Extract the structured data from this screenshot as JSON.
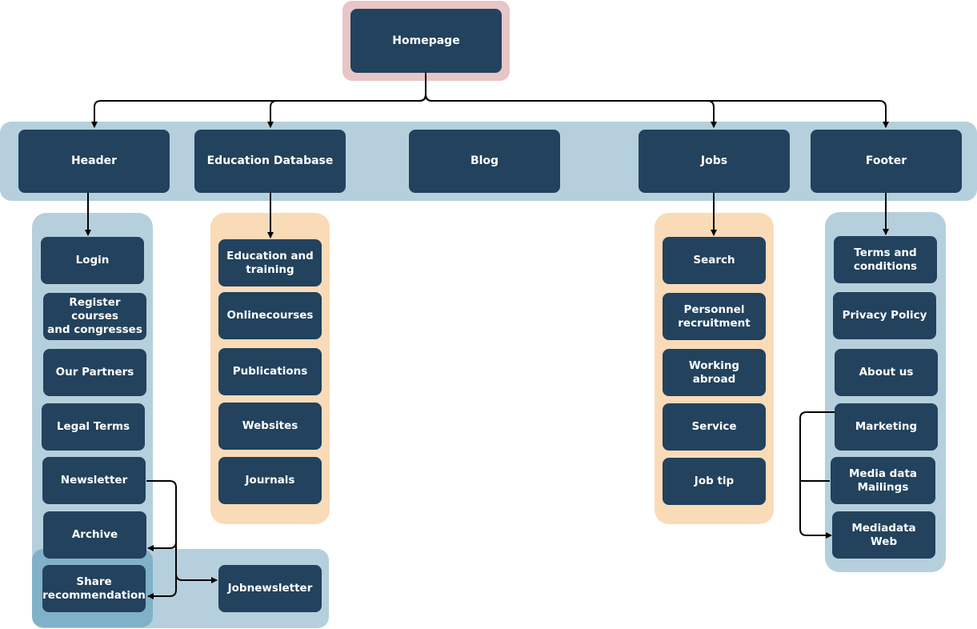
{
  "colors": {
    "node_fill": "#22425d",
    "node_text": "#ffffff",
    "panel_blue": "#b5d0dc",
    "panel_orange": "#fadbb8",
    "panel_pink": "#e8c5c6",
    "panel_overlap": "#80b1c8",
    "edge": "#000000"
  },
  "root": {
    "label": "Homepage"
  },
  "sections": {
    "header": "Header",
    "education": "Education Database",
    "blog": "Blog",
    "jobs": "Jobs",
    "footer": "Footer"
  },
  "header_items": [
    "Login",
    "Register courses\nand congresses",
    "Our Partners",
    "Legal Terms",
    "Newsletter",
    "Archive",
    "Share\nrecommendation"
  ],
  "newsletter_items": [
    "Jobnewsletter"
  ],
  "education_items": [
    "Education and\ntraining",
    "Onlinecourses",
    "Publications",
    "Websites",
    "Journals"
  ],
  "jobs_items": [
    "Search",
    "Personnel\nrecruitment",
    "Working abroad",
    "Service",
    "Job tip"
  ],
  "footer_items": [
    "Terms and\nconditions",
    "Privacy Policy",
    "About us",
    "Marketing",
    "Media data\nMailings",
    "Mediadata\nWeb"
  ]
}
